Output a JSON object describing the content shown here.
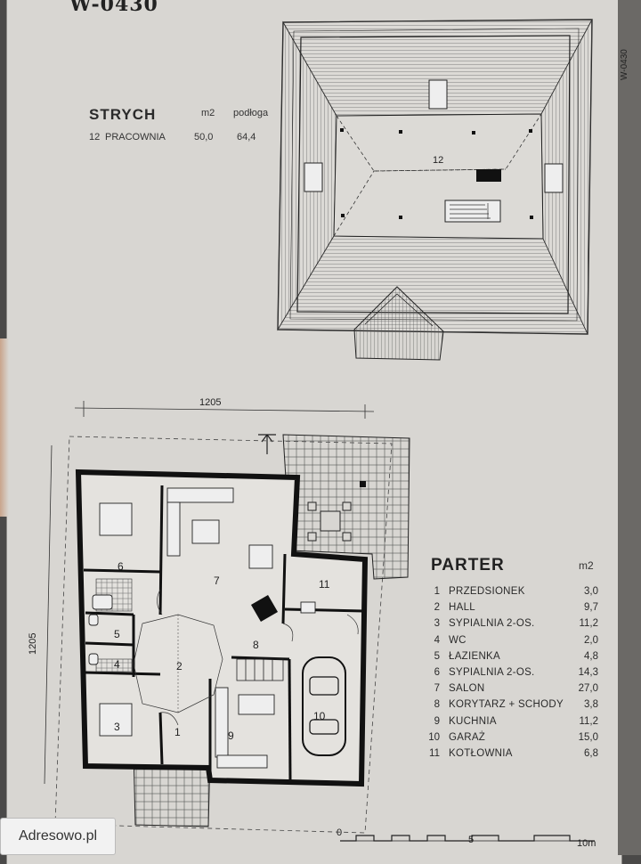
{
  "plan_code": "W-0430",
  "page_code": "W-0430",
  "attic": {
    "title": "STRYCH",
    "col_m2": "m2",
    "col_floor": "podłoga",
    "rows": [
      {
        "no": "12",
        "name": "PRACOWNIA",
        "m2": "50,0",
        "floor": "64,4"
      }
    ],
    "room_label": "12"
  },
  "ground": {
    "title": "PARTER",
    "col_m2": "m2",
    "rooms": [
      {
        "no": "1",
        "name": "PRZEDSIONEK",
        "area": "3,0"
      },
      {
        "no": "2",
        "name": "HALL",
        "area": "9,7"
      },
      {
        "no": "3",
        "name": "SYPIALNIA 2-OS.",
        "area": "11,2"
      },
      {
        "no": "4",
        "name": "WC",
        "area": "2,0"
      },
      {
        "no": "5",
        "name": "ŁAZIENKA",
        "area": "4,8"
      },
      {
        "no": "6",
        "name": "SYPIALNIA 2-OS.",
        "area": "14,3"
      },
      {
        "no": "7",
        "name": "SALON",
        "area": "27,0"
      },
      {
        "no": "8",
        "name": "KORYTARZ + SCHODY",
        "area": "3,8"
      },
      {
        "no": "9",
        "name": "KUCHNIA",
        "area": "11,2"
      },
      {
        "no": "10",
        "name": "GARAŻ",
        "area": "15,0"
      },
      {
        "no": "11",
        "name": "KOTŁOWNIA",
        "area": "6,8"
      }
    ],
    "dim_width": "1205",
    "dim_height": "1205"
  },
  "scale": {
    "zero": "0",
    "mid": "5",
    "end": "10m"
  },
  "watermark": "Adresowo.pl",
  "colors": {
    "paper": "#d8d6d2",
    "ink": "#2a2a2a",
    "hatch": "#555555"
  }
}
